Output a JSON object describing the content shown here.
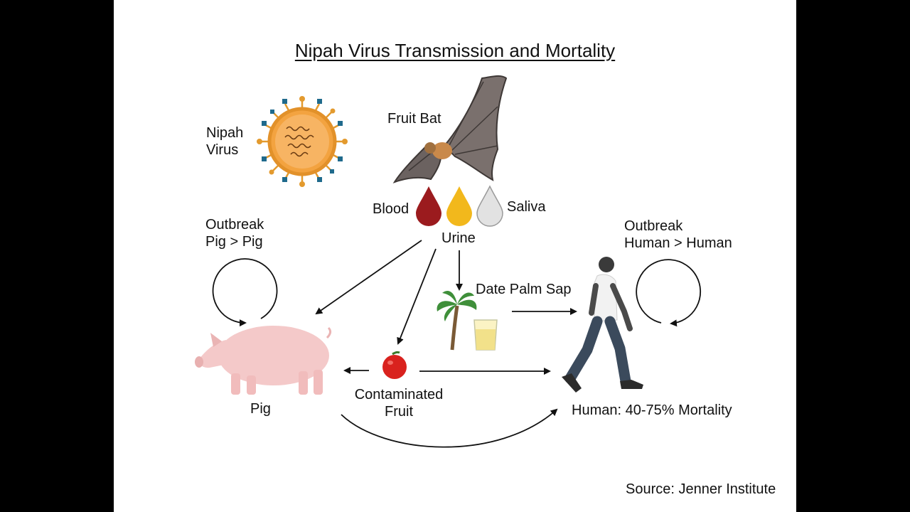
{
  "title": "Nipah Virus Transmission and Mortality",
  "labels": {
    "virus": [
      "Nipah",
      "Virus"
    ],
    "bat": "Fruit Bat",
    "blood": "Blood",
    "saliva": "Saliva",
    "urine": "Urine",
    "pig_outbreak": [
      "Outbreak",
      "Pig > Pig"
    ],
    "human_outbreak": [
      "Outbreak",
      "Human > Human"
    ],
    "date_palm": "Date Palm Sap",
    "pig": "Pig",
    "fruit": [
      "Contaminated",
      "Fruit"
    ],
    "human": "Human: 40-75% Mortality"
  },
  "source": "Source: Jenner Institute",
  "colors": {
    "blood": "#9b1b1e",
    "urine": "#f2b81c",
    "saliva": "#d6d6d6",
    "virus": "#f3a340",
    "virus_spike": "#1f6a8c",
    "pig": "#f4c9c9",
    "bat": "#6b6260",
    "apple": "#d9221e",
    "arrow": "#111111"
  }
}
